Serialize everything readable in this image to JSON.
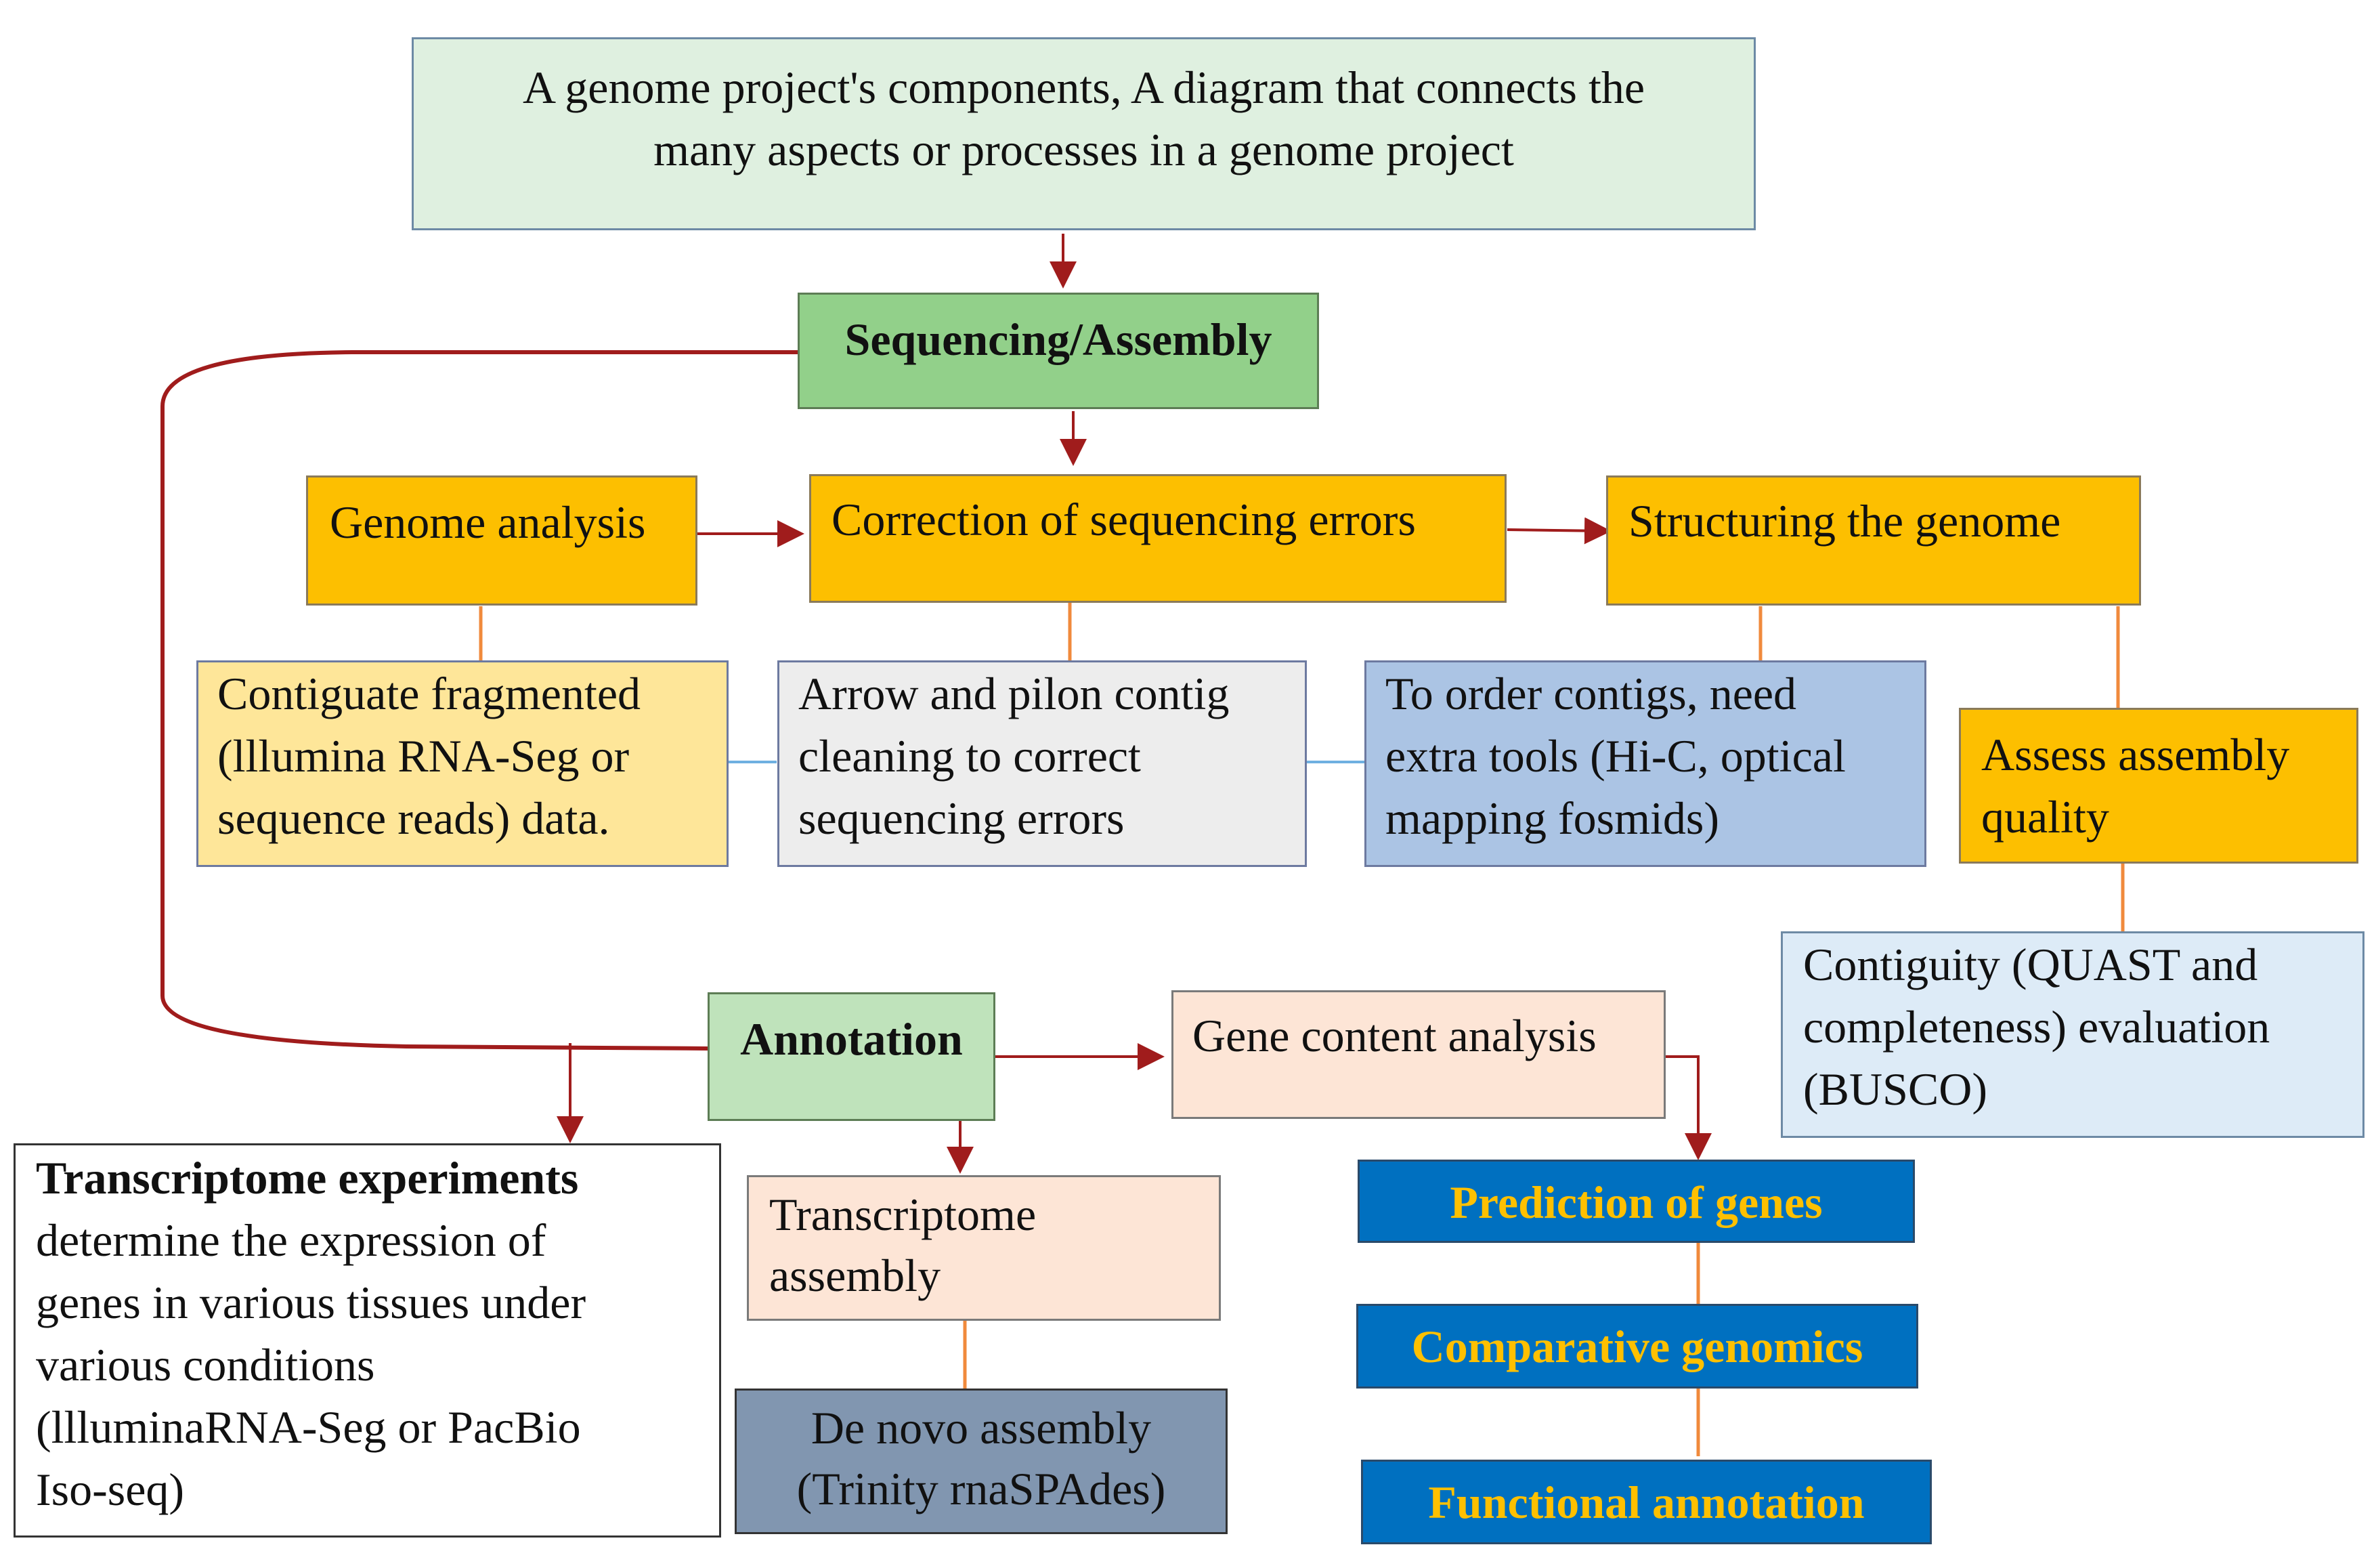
{
  "title_box": {
    "line1": "A genome project's components, A diagram that connects the",
    "line2": "many aspects or processes in a genome project"
  },
  "sequencing": {
    "label": "Sequencing/Assembly"
  },
  "genome_analysis": {
    "label": "Genome analysis"
  },
  "correction": {
    "label": "Correction of sequencing errors"
  },
  "structuring": {
    "label": "Structuring the genome"
  },
  "contiguate": {
    "line1": "Contiguate fragmented",
    "line2": "(lllumina RNA-Seg or",
    "line3": "sequence reads) data."
  },
  "arrow_pilon": {
    "line1": "Arrow and pilon contig",
    "line2": "cleaning to correct",
    "line3": "sequencing errors"
  },
  "order_contigs": {
    "line1": "To order contigs, need",
    "line2": "extra tools (Hi-C, optical",
    "line3": "mapping fosmids)"
  },
  "assess": {
    "line1": "Assess assembly",
    "line2": "quality"
  },
  "contiguity": {
    "line1": "Contiguity (QUAST and",
    "line2": "completeness) evaluation",
    "line3": "(BUSCO)"
  },
  "annotation": {
    "label": "Annotation"
  },
  "gene_content": {
    "label": "Gene content analysis"
  },
  "transcriptome_exp": {
    "heading": "Transcriptome experiments",
    "line1": "determine the expression of",
    "line2": "genes in various tissues under",
    "line3": "various conditions",
    "line4": "(llluminaRNA-Seg or PacBio",
    "line5": "Iso-seq)"
  },
  "transcriptome_asm": {
    "line1": "Transcriptome",
    "line2": "assembly"
  },
  "de_novo": {
    "line1": "De novo assembly",
    "line2": "(Trinity rnaSPAdes)"
  },
  "prediction": {
    "label": "Prediction of genes"
  },
  "comparative": {
    "label": "Comparative genomics"
  },
  "functional": {
    "label": "Functional annotation"
  },
  "colors": {
    "dark_red_arrow": "#a01c1c",
    "orange_connector": "#f08a3c",
    "blue_connector": "#6fb0e0",
    "orange_box": "#fdbf00",
    "green_box": "#92d08a",
    "navy_box": "#0070c0",
    "navy_text": "#ffc000"
  }
}
